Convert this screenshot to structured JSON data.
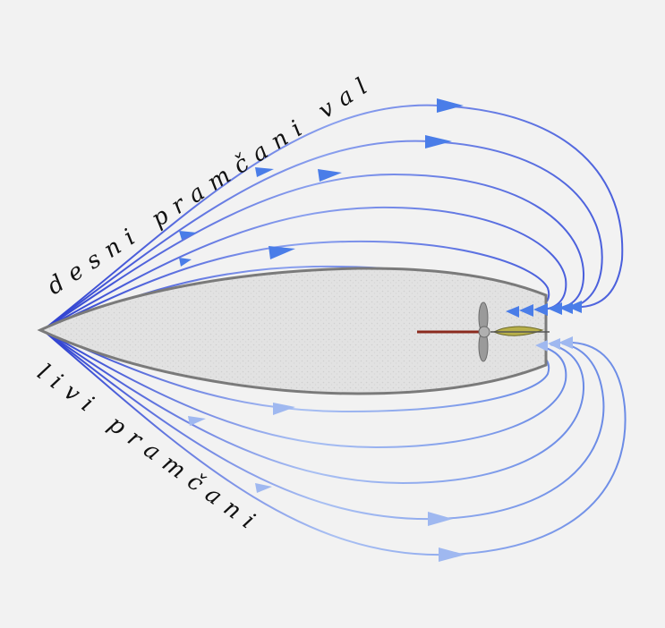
{
  "labels": {
    "upper": "desni pramčani val",
    "lower": "livi pramčani"
  },
  "colors": {
    "background": "#f2f2f2",
    "hull_fill": "#dedede",
    "hull_outline": "#7a7a7a",
    "streamline_dark": "#3b4fd6",
    "streamline_light": "#9fb6f2",
    "arrow_head": "#4a7de8",
    "shaft": "#8b2a1e",
    "rudder": "#b8b04a",
    "propeller": "#9a9a9a"
  },
  "icons": {
    "hull": "boat-hull-outline",
    "propeller": "propeller-icon",
    "shaft": "propeller-shaft",
    "rudder": "rudder-icon",
    "arrow": "flow-arrow-head"
  }
}
